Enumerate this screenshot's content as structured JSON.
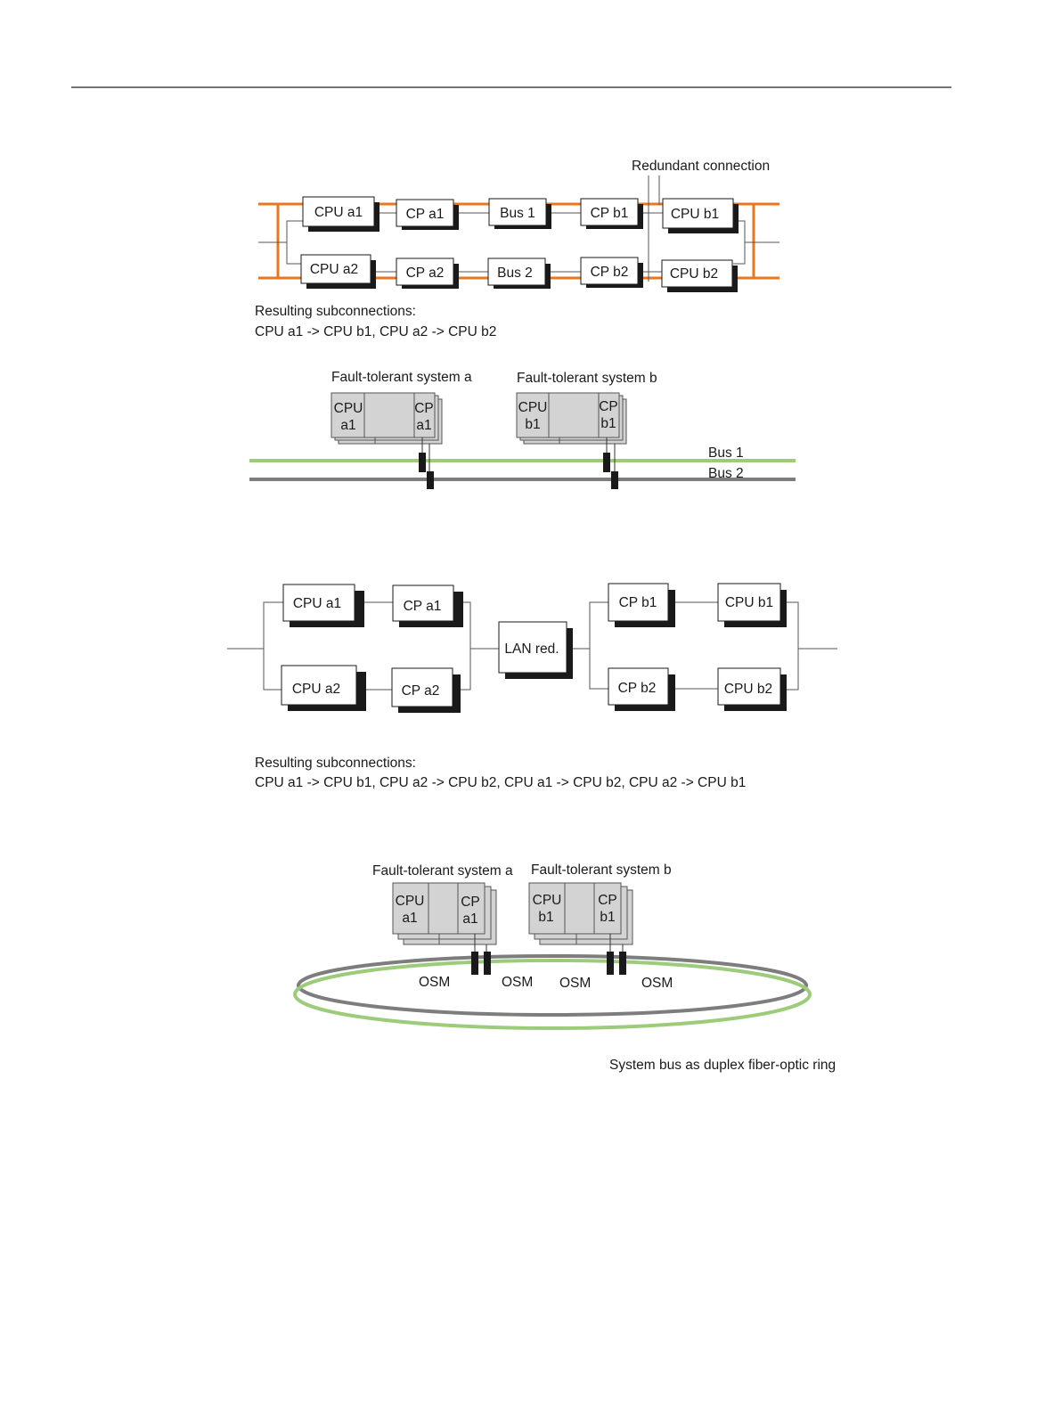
{
  "d1": {
    "redundant_label": "Redundant connection",
    "boxes": {
      "cpu_a1": "CPU a1",
      "cp_a1": "CP a1",
      "bus1": "Bus 1",
      "cp_b1": "CP b1",
      "cpu_b1": "CPU b1",
      "cpu_a2": "CPU a2",
      "cp_a2": "CP a2",
      "bus2": "Bus 2",
      "cp_b2": "CP b2",
      "cpu_b2": "CPU b2"
    },
    "result_title": "Resulting subconnections:",
    "result_text": "CPU a1 -> CPU b1, CPU a2 -> CPU b2"
  },
  "d2": {
    "system_a": "Fault-tolerant system a",
    "system_b": "Fault-tolerant system b",
    "a_cpu": [
      "CPU",
      "a1"
    ],
    "a_cp": [
      "CP",
      "a1"
    ],
    "b_cpu": [
      "CPU",
      "b1"
    ],
    "b_cp": [
      "CP",
      "b1"
    ],
    "bus1": "Bus 1",
    "bus2": "Bus 2"
  },
  "d3": {
    "boxes": {
      "cpu_a1": "CPU a1",
      "cp_a1": "CP a1",
      "cpu_a2": "CPU a2",
      "cp_a2": "CP a2",
      "lan": "LAN red.",
      "cp_b1": "CP b1",
      "cpu_b1": "CPU b1",
      "cp_b2": "CP b2",
      "cpu_b2": "CPU b2"
    },
    "result_title": "Resulting subconnections:",
    "result_text": "CPU a1 -> CPU b1, CPU a2 -> CPU b2, CPU a1 -> CPU b2, CPU a2 -> CPU b1"
  },
  "d4": {
    "system_a": "Fault-tolerant system a",
    "system_b": "Fault-tolerant system b",
    "a_cpu": [
      "CPU",
      "a1"
    ],
    "a_cp": [
      "CP",
      "a1"
    ],
    "b_cpu": [
      "CPU",
      "b1"
    ],
    "b_cp": [
      "CP",
      "b1"
    ],
    "osm": [
      "OSM",
      "OSM",
      "OSM",
      "OSM"
    ],
    "caption": "System bus as duplex fiber-optic ring"
  },
  "colors": {
    "orange": "#e87722",
    "green": "#9ccc7a",
    "gray": "#7d7d7d",
    "module": "#d3d3d3"
  }
}
